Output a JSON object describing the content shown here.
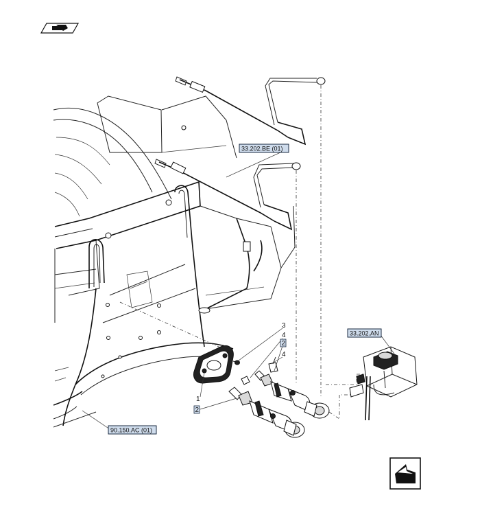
{
  "references": {
    "bleed_line": "33.202.BE (01)",
    "reservoir": "33.202.AN",
    "frame": "90.150.AC (01)"
  },
  "callouts": {
    "gasket": "1",
    "cylinder_lower": "2",
    "cylinder_upper": "2",
    "screw": "3",
    "fork_lower": "4",
    "fork_upper": "4"
  },
  "icons": {
    "top_left": "book-pointer-icon",
    "bottom_right": "next-page-arrow-icon"
  }
}
